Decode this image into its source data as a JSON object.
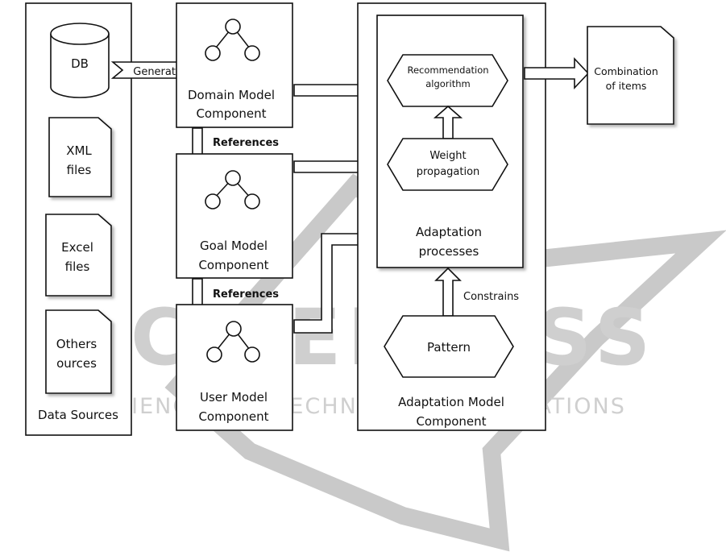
{
  "watermark": {
    "main": "SCITEPRESS",
    "sub": "SCIENCE AND TECHNOLOGY PUBLICATIONS"
  },
  "data_sources": {
    "title": "Data Sources",
    "db": "DB",
    "xml": [
      "XML",
      "files"
    ],
    "excel": [
      "Excel",
      "files"
    ],
    "others": [
      "Others",
      "ources"
    ]
  },
  "components": {
    "domain": [
      "Domain Model",
      "Component"
    ],
    "goal": [
      "Goal Model",
      "Component"
    ],
    "user": [
      "User Model",
      "Component"
    ]
  },
  "labels": {
    "generates": "Generates",
    "references_1": "References",
    "references_2": "References",
    "constrains": "Constrains"
  },
  "adaptation": {
    "recommendation": [
      "Recommendation",
      "algorithm"
    ],
    "weight": [
      "Weight",
      "propagation"
    ],
    "processes": [
      "Adaptation",
      "processes"
    ],
    "pattern": "Pattern",
    "component": [
      "Adaptation Model",
      "Component"
    ]
  },
  "output": [
    "Combination",
    "of items"
  ]
}
